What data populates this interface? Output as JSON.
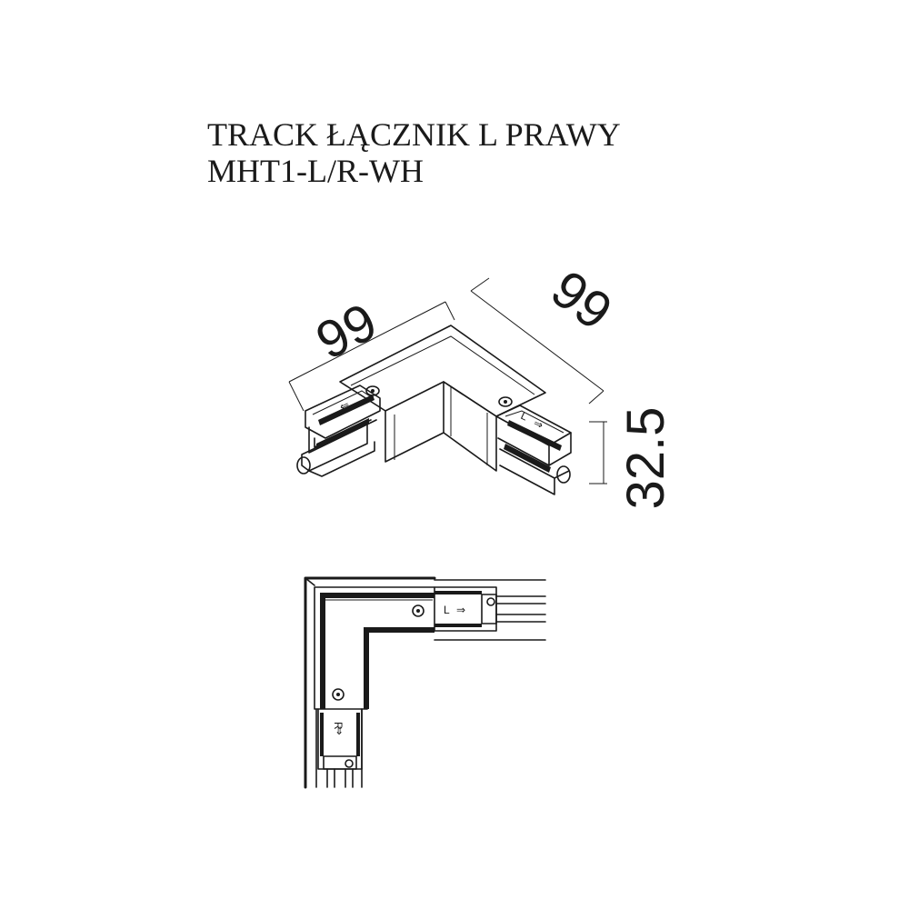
{
  "title": {
    "line1": "TRACK ŁĄCZNIK L PRAWY",
    "line2": "MHT1-L/R-WH"
  },
  "dimensions": {
    "left_width": "99",
    "right_width": "99",
    "height": "32.5"
  },
  "markings": {
    "iso_left_arrow": "⇐",
    "iso_right_letter": "L",
    "iso_right_arrow": "⇒",
    "top_letter_right": "L",
    "top_arrow_right": "⇒",
    "top_letter_down": "R",
    "top_arrow_down": "⇓"
  }
}
